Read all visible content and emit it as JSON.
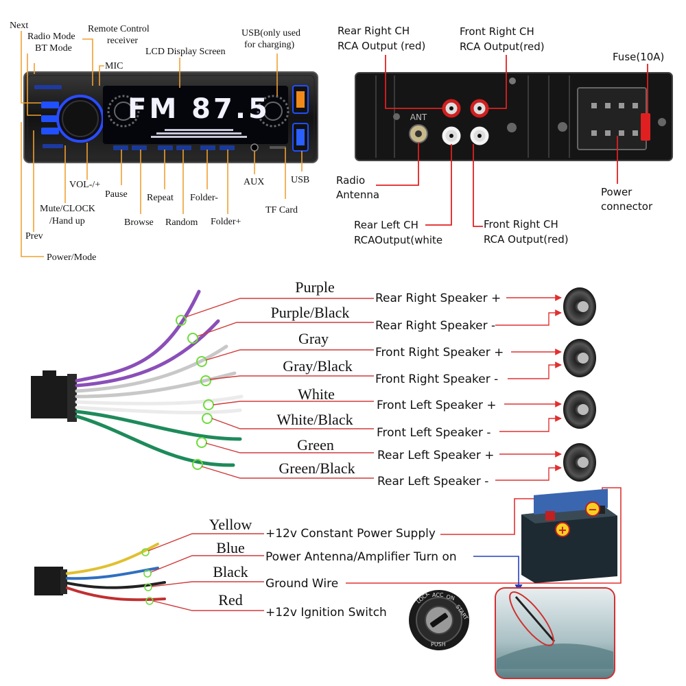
{
  "colors": {
    "callout_orange": "#f0a030",
    "callout_red": "#e02020",
    "wire_label_red": "#d03a3a",
    "arrow_red": "#e03030",
    "arrow_blue": "#2040c0",
    "purple": "#8a4fb8",
    "gray": "#c8c8c8",
    "white": "#f2f2f2",
    "green": "#1e8a5a",
    "yellow": "#e0c030",
    "blue": "#2f6fc0",
    "black": "#222222",
    "red": "#c03030",
    "ring_green": "#6ddc3c",
    "lcd_blue": "#1a3cff",
    "usb_orange": "#f08a1a"
  },
  "front_panel": {
    "lcd_text": "FM 87.5",
    "labels": {
      "next": "Next",
      "radio_mode": "Radio Mode",
      "bt_mode": "BT Mode",
      "remote_line1": "Remote Control",
      "remote_line2": "receiver",
      "lcd": "LCD Display Screen",
      "mic": "MIC",
      "usb_charge_line1": "USB(only used",
      "usb_charge_line2": "for charging)",
      "vol": "VOL-/+",
      "pause": "Pause",
      "repeat": "Repeat",
      "folder_minus": "Folder-",
      "aux": "AUX",
      "usb": "USB",
      "mute_line1": "Mute/CLOCK",
      "mute_line2": "/Hand up",
      "browse": "Browse",
      "random": "Random",
      "folder_plus": "Folder+",
      "tf_card": "TF Card",
      "prev": "Prev",
      "power_mode": "Power/Mode"
    }
  },
  "rear_panel": {
    "ant_text": "ANT",
    "labels": {
      "rear_right_line1": "Rear Right CH",
      "rear_right_line2": "RCA Output (red)",
      "front_right_top_line1": "Front Right CH",
      "front_right_top_line2": "RCA Output(red)",
      "fuse": "Fuse(10A)",
      "radio_antenna_line1": "Radio",
      "radio_antenna_line2": "Antenna",
      "power_connector_line1": "Power",
      "power_connector_line2": "connector",
      "rear_left_line1": "Rear Left CH",
      "rear_left_line2": "RCAOutput(white",
      "front_right_bottom_line1": "Front Right CH",
      "front_right_bottom_line2": "RCA Output(red)"
    }
  },
  "speaker_wires": [
    {
      "color_name": "Purple",
      "function": "Rear Right Speaker +"
    },
    {
      "color_name": "Purple/Black",
      "function": "Rear Right Speaker -"
    },
    {
      "color_name": "Gray",
      "function": "Front Right Speaker +"
    },
    {
      "color_name": "Gray/Black",
      "function": "Front Right Speaker -"
    },
    {
      "color_name": "White",
      "function": "Front Left Speaker +"
    },
    {
      "color_name": "White/Black",
      "function": "Front Left Speaker -"
    },
    {
      "color_name": "Green",
      "function": "Rear Left Speaker +"
    },
    {
      "color_name": "Green/Black",
      "function": "Rear Left Speaker -"
    }
  ],
  "power_wires": [
    {
      "color_name": "Yellow",
      "function": "+12v Constant Power Supply"
    },
    {
      "color_name": "Blue",
      "function": "Power Antenna/Amplifier Turn on"
    },
    {
      "color_name": "Black",
      "function": "Ground Wire"
    },
    {
      "color_name": "Red",
      "function": "+12v Ignition Switch"
    }
  ],
  "ignition": {
    "lock": "LOCK",
    "acc": "ACC",
    "on": "ON",
    "start": "START",
    "push": "PUSH"
  }
}
